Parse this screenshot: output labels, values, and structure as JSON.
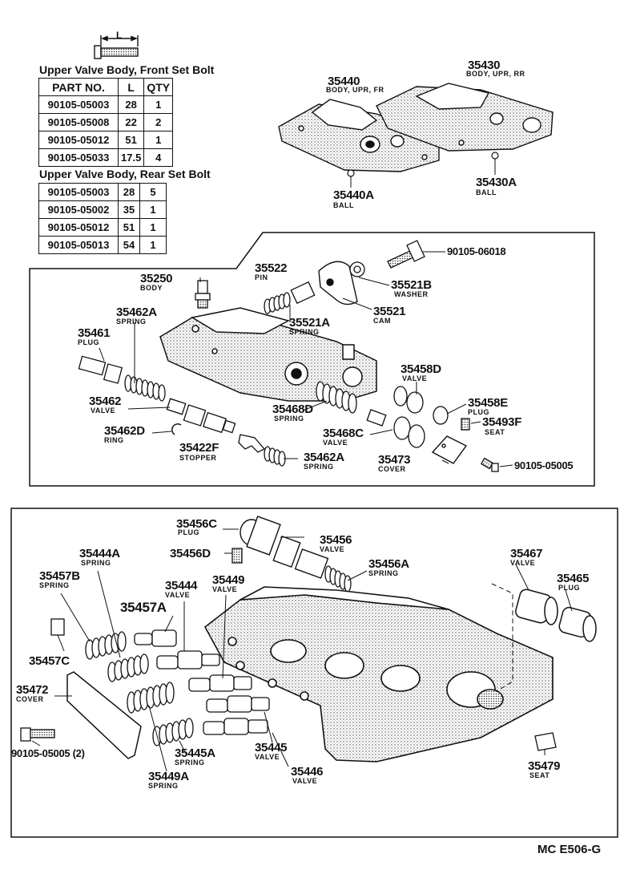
{
  "diagram_code": "MC E506-G",
  "bolt_dimension_label": "L",
  "front_table": {
    "title": "Upper Valve Body, Front Set Bolt",
    "headers": [
      "PART NO.",
      "L",
      "QTY"
    ],
    "rows": [
      [
        "90105-05003",
        "28",
        "1"
      ],
      [
        "90105-05008",
        "22",
        "2"
      ],
      [
        "90105-05012",
        "51",
        "1"
      ],
      [
        "90105-05033",
        "17.5",
        "4"
      ]
    ]
  },
  "rear_table": {
    "title": "Upper Valve Body, Rear Set Bolt",
    "rows": [
      [
        "90105-05003",
        "28",
        "5"
      ],
      [
        "90105-05002",
        "35",
        "1"
      ],
      [
        "90105-05012",
        "51",
        "1"
      ],
      [
        "90105-05013",
        "54",
        "1"
      ]
    ]
  },
  "labels": {
    "p35440": {
      "num": "35440",
      "sub": "BODY, UPR, FR"
    },
    "p35430": {
      "num": "35430",
      "sub": "BODY, UPR, RR"
    },
    "p35440A": {
      "num": "35440A",
      "sub": "BALL"
    },
    "p35430A": {
      "num": "35430A",
      "sub": "BALL"
    },
    "p90105_06018": {
      "num": "90105-06018"
    },
    "p35522": {
      "num": "35522",
      "sub": "PIN"
    },
    "p35250": {
      "num": "35250",
      "sub": "BODY"
    },
    "p35521B": {
      "num": "35521B",
      "sub": "WASHER"
    },
    "p35521": {
      "num": "35521",
      "sub": "CAM"
    },
    "p35521A": {
      "num": "35521A",
      "sub": "SPRING"
    },
    "p35462A_top": {
      "num": "35462A",
      "sub": "SPRING"
    },
    "p35461": {
      "num": "35461",
      "sub": "PLUG"
    },
    "p35458D": {
      "num": "35458D",
      "sub": "VALVE"
    },
    "p35462": {
      "num": "35462",
      "sub": "VALVE"
    },
    "p35468D": {
      "num": "35468D",
      "sub": "SPRING"
    },
    "p35458E": {
      "num": "35458E",
      "sub": "PLUG"
    },
    "p35493F": {
      "num": "35493F",
      "sub": "SEAT"
    },
    "p35462D": {
      "num": "35462D",
      "sub": "RING"
    },
    "p35468C": {
      "num": "35468C",
      "sub": "VALVE"
    },
    "p35422F": {
      "num": "35422F",
      "sub": "STOPPER"
    },
    "p35462A_bot": {
      "num": "35462A",
      "sub": "SPRING"
    },
    "p35473": {
      "num": "35473",
      "sub": "COVER"
    },
    "p90105_05005": {
      "num": "90105-05005"
    },
    "p35456C": {
      "num": "35456C",
      "sub": "PLUG"
    },
    "p35456": {
      "num": "35456",
      "sub": "VALVE"
    },
    "p35456D": {
      "num": "35456D"
    },
    "p35444A": {
      "num": "35444A",
      "sub": "SPRING"
    },
    "p35456A": {
      "num": "35456A",
      "sub": "SPRING"
    },
    "p35467": {
      "num": "35467",
      "sub": "VALVE"
    },
    "p35465": {
      "num": "35465",
      "sub": "PLUG"
    },
    "p35457B": {
      "num": "35457B",
      "sub": "SPRING"
    },
    "p35444": {
      "num": "35444",
      "sub": "VALVE"
    },
    "p35449": {
      "num": "35449",
      "sub": "VALVE"
    },
    "p35457A": {
      "num": "35457A"
    },
    "p35457C": {
      "num": "35457C"
    },
    "p35472": {
      "num": "35472",
      "sub": "COVER"
    },
    "p35445": {
      "num": "35445",
      "sub": "VALVE"
    },
    "p35445A": {
      "num": "35445A",
      "sub": "SPRING"
    },
    "p35446": {
      "num": "35446",
      "sub": "VALVE"
    },
    "p35449A": {
      "num": "35449A",
      "sub": "SPRING"
    },
    "p35479": {
      "num": "35479",
      "sub": "SEAT"
    },
    "p90105_05005_2": {
      "num": "90105-05005 (2)"
    }
  }
}
